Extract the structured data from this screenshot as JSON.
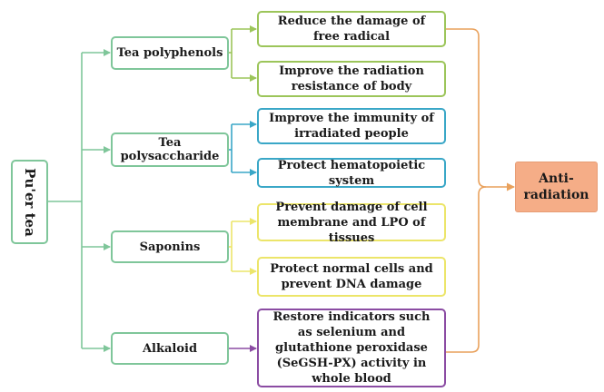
{
  "root": {
    "label": "Pu'er tea"
  },
  "components": [
    {
      "label": "Tea polyphenols",
      "effects": [
        "Reduce the damage of free radical",
        "Improve the radiation resistance of body"
      ]
    },
    {
      "label": "Tea polysaccharide",
      "effects": [
        "Improve the immunity of irradiated people",
        "Protect hematopoietic system"
      ]
    },
    {
      "label": "Saponins",
      "effects": [
        "Prevent damage of cell membrane and LPO of tissues",
        "Protect normal cells and prevent DNA damage"
      ]
    },
    {
      "label": "Alkaloid",
      "effects": [
        "Restore indicators such as selenium and glutathione peroxidase (SeGSH-PX) activity in whole blood"
      ]
    }
  ],
  "outcome": {
    "label": "Anti-radiation"
  },
  "colors": {
    "green": "#7fc69a",
    "lime": "#9cc55a",
    "blue": "#3aa7c7",
    "yellow": "#ece56a",
    "purple": "#8b4ca3",
    "orange": "#e9a15c",
    "outcome_fill": "#f5ad87"
  }
}
